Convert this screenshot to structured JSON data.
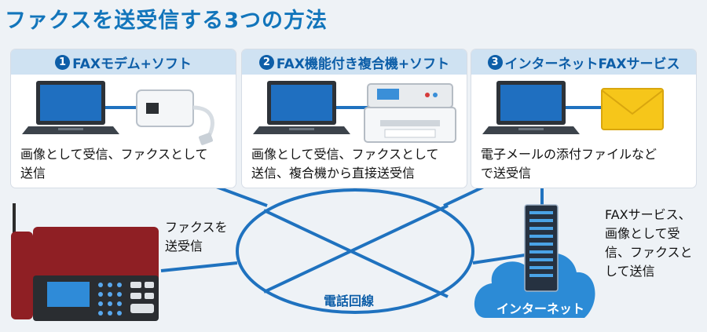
{
  "title": "ファクスを送受信する3つの方法",
  "panels": [
    {
      "num": "1",
      "heading": "FAXモデム+ソフト",
      "description": "画像として受信、ファクスとして\n送信",
      "device_icon": "usb-modem-icon"
    },
    {
      "num": "2",
      "heading": "FAX機能付き複合機+ソフト",
      "description": "画像として受信、ファクスとして\n送信、複合機から直接送受信",
      "device_icon": "multifunction-printer-icon"
    },
    {
      "num": "3",
      "heading": "インターネットFAXサービス",
      "description": "電子メールの添付ファイルなど\nで送受信",
      "device_icon": "envelope-icon"
    }
  ],
  "fax_label": "ファクスを\n送受信",
  "phone_line_label": "電話回線",
  "internet_label": "インターネット",
  "service_label": "FAXサービス、\n画像として受\n信、ファクスと\nして送信",
  "colors": {
    "title": "#1275bb",
    "line": "#1f72bf",
    "heading_bg": "#cfe2f2",
    "heading_text": "#0d5ea8",
    "cloud": "#2c8bd6",
    "fax_body": "#8f1f24"
  }
}
